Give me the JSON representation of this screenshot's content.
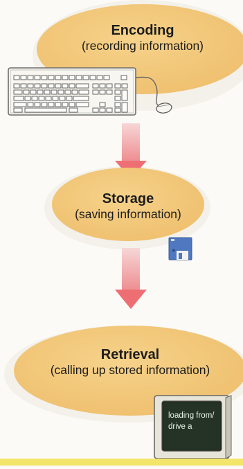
{
  "stages": [
    {
      "title": "Encoding",
      "subtitle": "(recording information)",
      "icon": "keyboard-and-mouse-icon"
    },
    {
      "title": "Storage",
      "subtitle": "(saving information)",
      "icon": "floppy-disk-icon"
    },
    {
      "title": "Retrieval",
      "subtitle": "(calling up stored information)",
      "icon": "monitor-icon"
    }
  ],
  "monitor_screen": {
    "line1": "loading from/",
    "line2": "drive a"
  },
  "colors": {
    "ellipse": "#f2c878",
    "ellipse_shadow": "#f0f0ea",
    "arrow": "#ee6f73",
    "arrow_shaft_light": "#f4b6b6",
    "floppy": "#4f78c0",
    "bottom_band": "#f3e46a"
  }
}
